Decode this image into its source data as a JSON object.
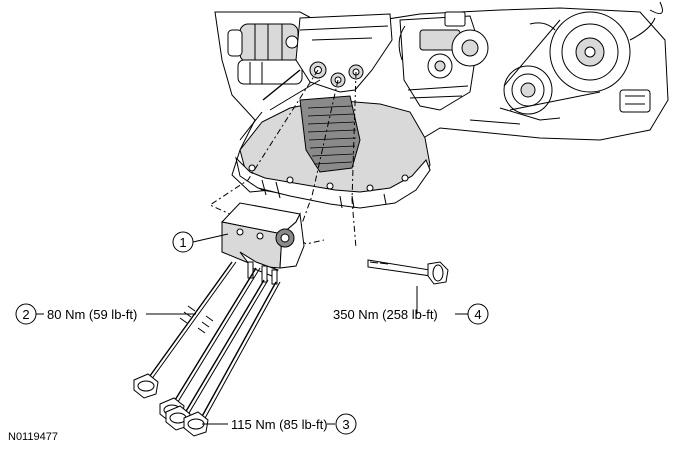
{
  "callouts": [
    {
      "number": "1"
    },
    {
      "number": "2",
      "torque": "80 Nm (59 lb-ft)"
    },
    {
      "number": "3",
      "torque": "115 Nm (85 lb-ft)"
    },
    {
      "number": "4",
      "torque": "350 Nm (258 lb-ft)"
    }
  ],
  "figure_id": "N0119477"
}
